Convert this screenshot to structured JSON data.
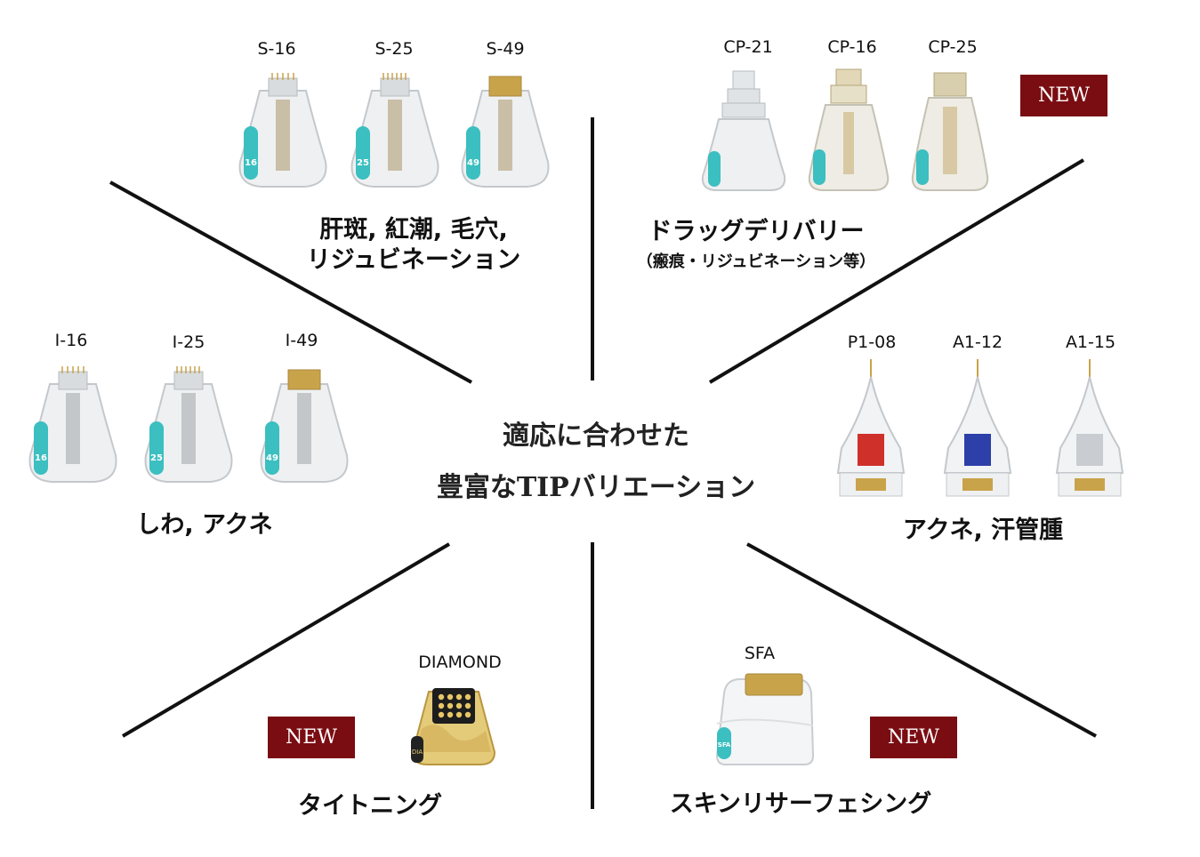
{
  "center": {
    "line1": "適応に合わせた",
    "line2": "豊富なTIPバリエーション"
  },
  "groups": {
    "s": {
      "title_line1": "肝斑, 紅潮, 毛穴,",
      "title_line2": "リジュビネーション",
      "tips": [
        {
          "name": "S-16",
          "number": "16"
        },
        {
          "name": "S-25",
          "number": "25"
        },
        {
          "name": "S-49",
          "number": "49"
        }
      ]
    },
    "cp": {
      "title": "ドラッグデリバリー",
      "subtitle": "（瘢痕・リジュビネーション等）",
      "badge": "NEW",
      "tips": [
        {
          "name": "CP-21"
        },
        {
          "name": "CP-16"
        },
        {
          "name": "CP-25"
        }
      ]
    },
    "i": {
      "title": "しわ, アクネ",
      "tips": [
        {
          "name": "I-16",
          "number": "16"
        },
        {
          "name": "I-25",
          "number": "25"
        },
        {
          "name": "I-49",
          "number": "49"
        }
      ]
    },
    "a": {
      "title": "アクネ, 汗管腫",
      "tips": [
        {
          "name": "P1-08",
          "color": "#d0302a"
        },
        {
          "name": "A1-12",
          "color": "#2d3fa8"
        },
        {
          "name": "A1-15",
          "color": "#c9cdd2"
        }
      ]
    },
    "diamond": {
      "title": "タイトニング",
      "badge": "NEW",
      "tip": {
        "name": "DIAMOND",
        "mark": "DIA"
      }
    },
    "sfa": {
      "title": "スキンリサーフェシング",
      "badge": "NEW",
      "tip": {
        "name": "SFA",
        "mark": "SFA"
      }
    }
  },
  "colors": {
    "badge": "#7a0d12",
    "teal": "#3bbfc0",
    "gold": "#c9a34a",
    "line": "#111111"
  }
}
